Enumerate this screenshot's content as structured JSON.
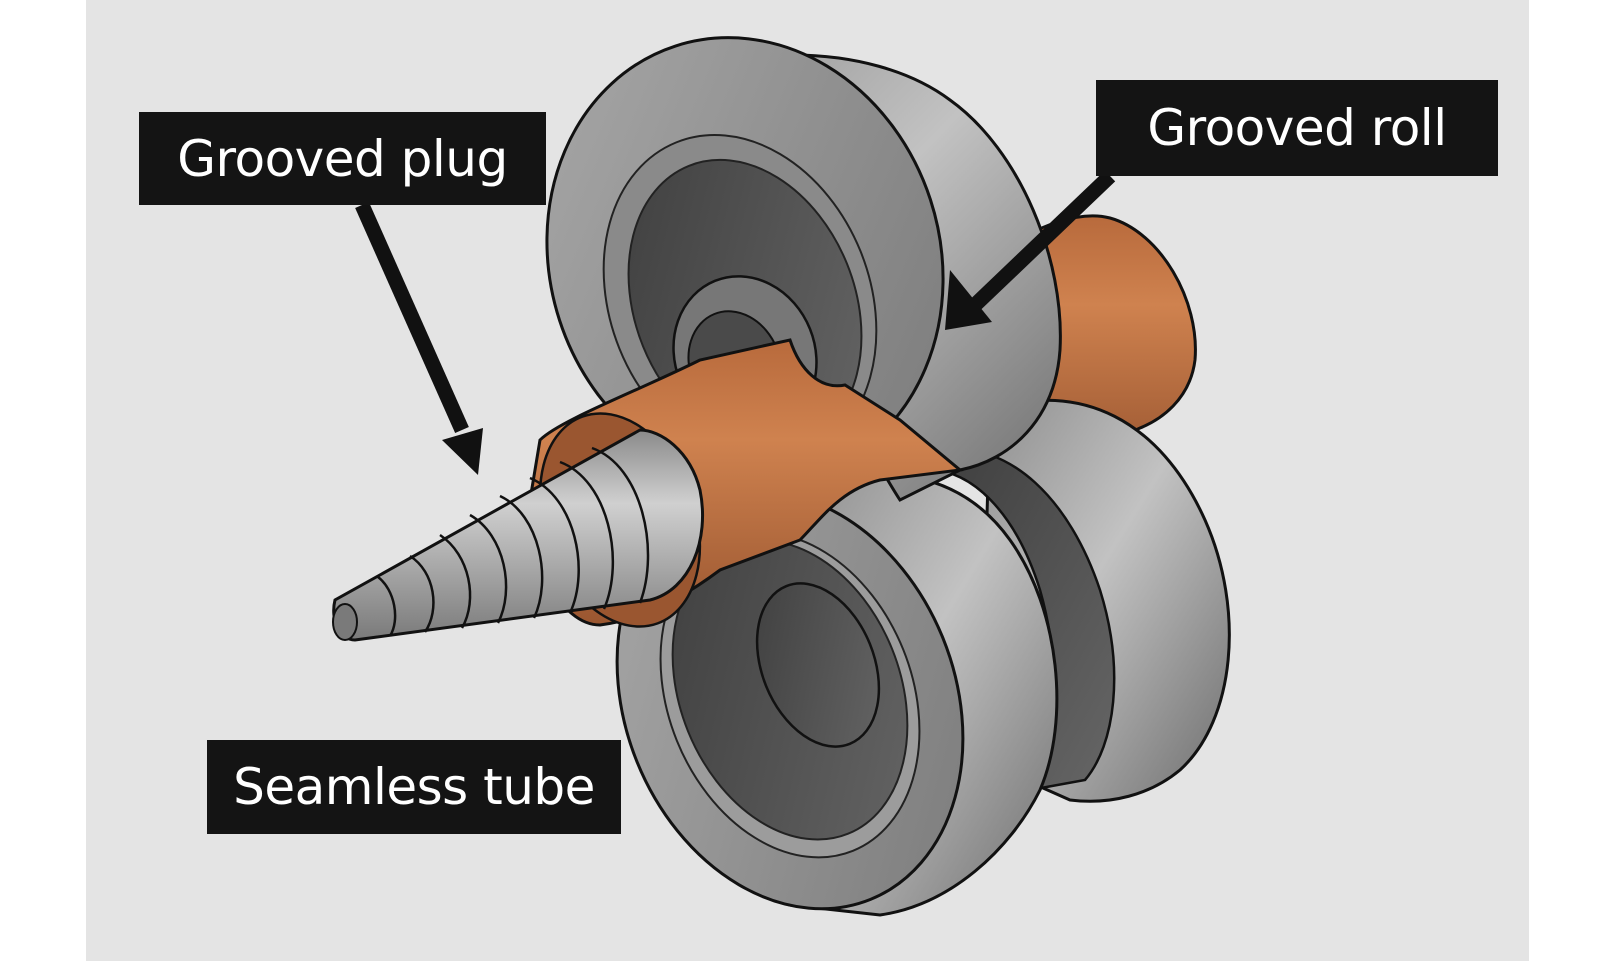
{
  "diagram": {
    "labels": {
      "grooved_plug": "Grooved plug",
      "grooved_roll": "Grooved roll",
      "seamless_tube": "Seamless tube"
    },
    "components": [
      "grooved-plug",
      "grooved-roll-upper",
      "grooved-roll-lower",
      "seamless-tube"
    ],
    "colors": {
      "background": "#e4e4e4",
      "label_bg": "#141414",
      "label_text": "#ffffff",
      "tube": "#c97a48",
      "tube_shadow": "#9a5630",
      "steel_light": "#c4c4c4",
      "steel_mid": "#9a9a9a",
      "steel_dark": "#4a4a4a",
      "outline": "#111111"
    }
  }
}
